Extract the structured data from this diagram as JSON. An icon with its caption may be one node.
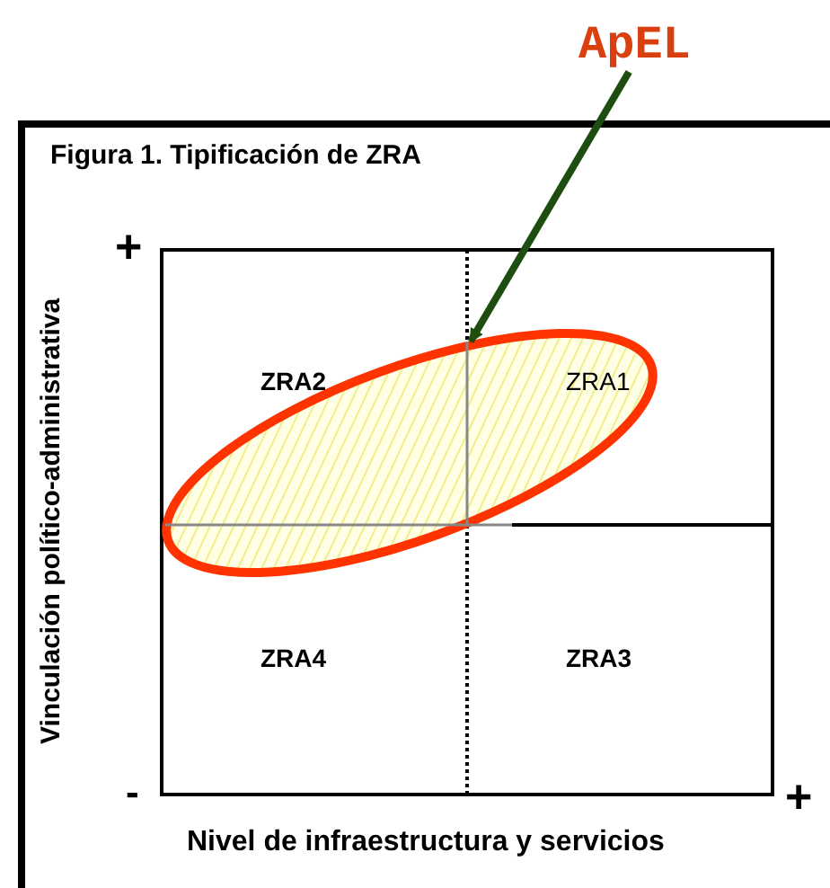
{
  "diagram": {
    "title": "Figura 1. Tipificación de ZRA",
    "nodes": [
      {
        "text": [
          "ApEL"
        ]
      },
      {
        "text": [],
        "shape": "ellipse"
      }
    ],
    "edges": [
      {
        "from": 0,
        "to": 1,
        "arrow": "to",
        "color": "#1e4d10"
      }
    ],
    "labels": [
      "Vinculación político-administrativa",
      "+",
      "ZRA2",
      "ZRA1",
      "ZRA4",
      "ZRA3",
      "-",
      "+",
      "Nivel de infraestructura y servicios"
    ]
  }
}
